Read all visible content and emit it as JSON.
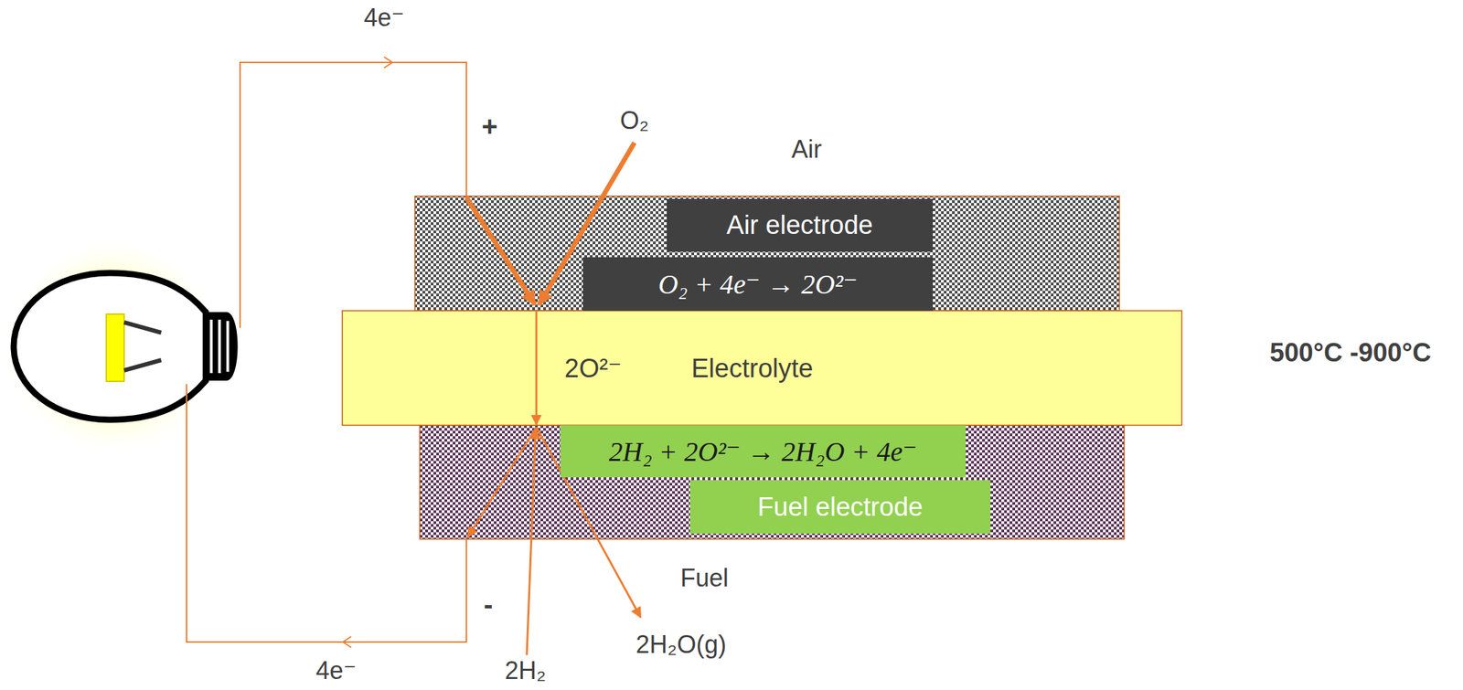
{
  "diagram": {
    "nodes": [
      {
        "text": [
          "Air electrode"
        ]
      },
      {
        "text": [
          "O₂ + 4e⁻ → 2O²⁻"
        ]
      },
      {
        "text": [
          "2O²⁻",
          "Electrolyte"
        ]
      },
      {
        "text": [
          "2H₂ + 2O²⁻ → 2H₂O + 4e⁻"
        ]
      },
      {
        "text": [
          "Fuel electrode"
        ]
      }
    ],
    "labels": [
      "4e⁻",
      "+",
      "O₂",
      "Air",
      "500°C -900°C",
      "Fuel",
      "-",
      "2H₂O(g)",
      "2H₂",
      "4e⁻"
    ]
  }
}
